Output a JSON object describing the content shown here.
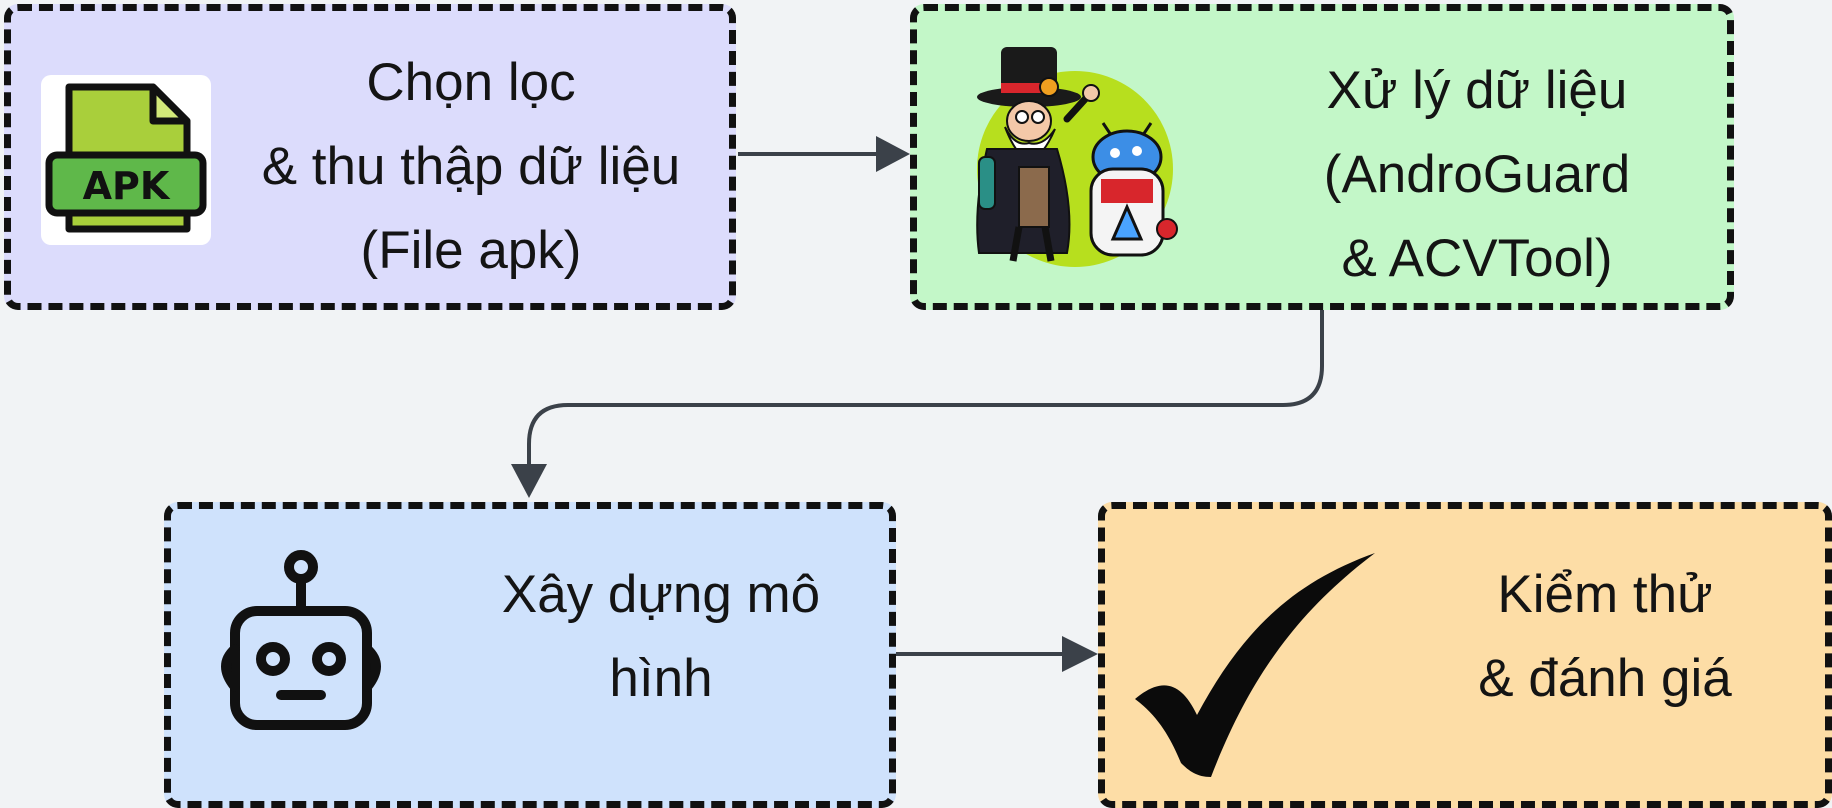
{
  "diagram": {
    "nodes": [
      {
        "id": "collect",
        "lines": [
          "Chọn lọc",
          "& thu thập dữ liệu",
          "(File apk)"
        ],
        "icon": "apk-file-icon",
        "icon_text": "APK",
        "fill": "#dcdcfc"
      },
      {
        "id": "process",
        "lines": [
          "Xử lý dữ liệu",
          "(AndroGuard",
          "& ACVTool)"
        ],
        "icon": "wizard-robot-icon",
        "fill": "#c3f7c8"
      },
      {
        "id": "build",
        "lines": [
          "Xây dựng mô",
          "hình"
        ],
        "icon": "robot-icon",
        "fill": "#cfe2fc"
      },
      {
        "id": "evaluate",
        "lines": [
          "Kiểm thử",
          "& đánh giá"
        ],
        "icon": "checkmark-icon",
        "fill": "#fddda6"
      }
    ],
    "edges": [
      {
        "from": "collect",
        "to": "process"
      },
      {
        "from": "process",
        "to": "build"
      },
      {
        "from": "build",
        "to": "evaluate"
      }
    ],
    "colors": {
      "background": "#f1f3f5",
      "border": "#111111",
      "arrow": "#3b4149"
    }
  }
}
